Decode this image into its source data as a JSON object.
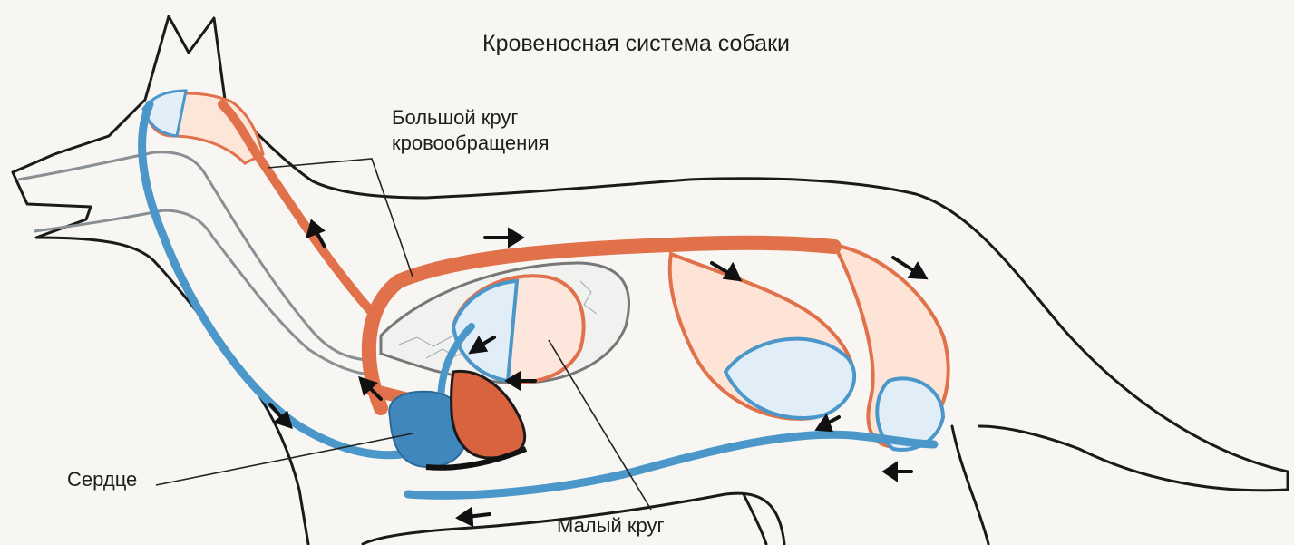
{
  "title": "Кровеносная система собаки",
  "labels": {
    "big_circle_line1": "Большой круг",
    "big_circle_line2": "кровообращения",
    "heart": "Сердце",
    "small_circle": "Малый круг"
  },
  "colors": {
    "arterial": "#e0714a",
    "venous": "#4b97c9",
    "outline": "#1a1a1a",
    "background": "#f7f6f3"
  }
}
